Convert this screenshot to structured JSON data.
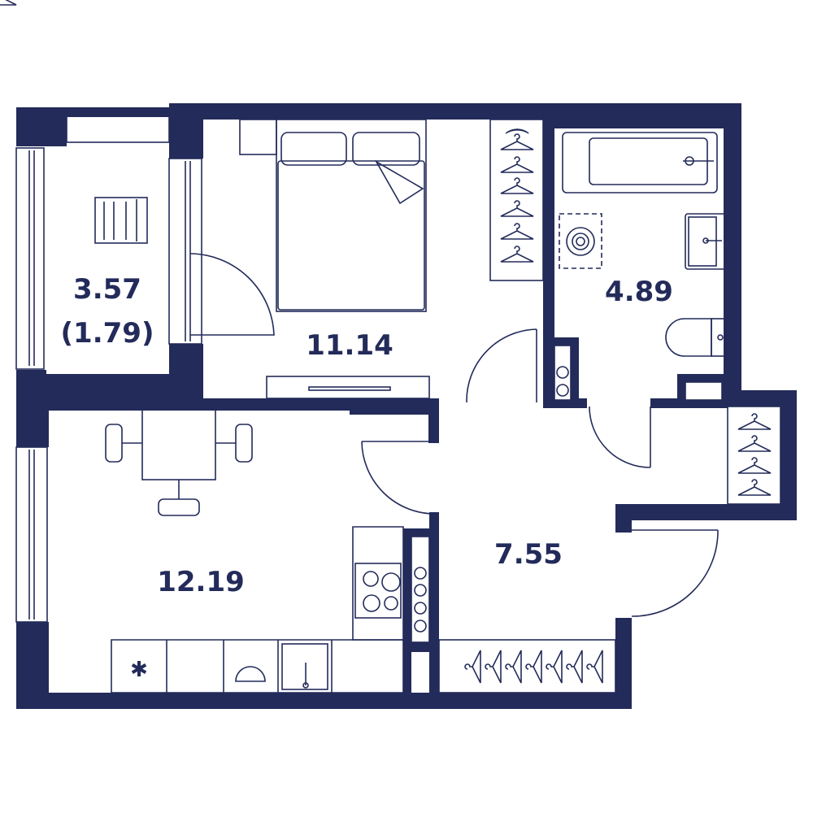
{
  "plan": {
    "accent_color": "#232b5a",
    "rooms": [
      {
        "id": "balcony",
        "area": "3.57",
        "reduced_area": "(1.79)"
      },
      {
        "id": "bedroom",
        "area": "11.14"
      },
      {
        "id": "bathroom",
        "area": "4.89"
      },
      {
        "id": "kitchen-living",
        "area": "12.19"
      },
      {
        "id": "hallway",
        "area": "7.55"
      }
    ]
  }
}
